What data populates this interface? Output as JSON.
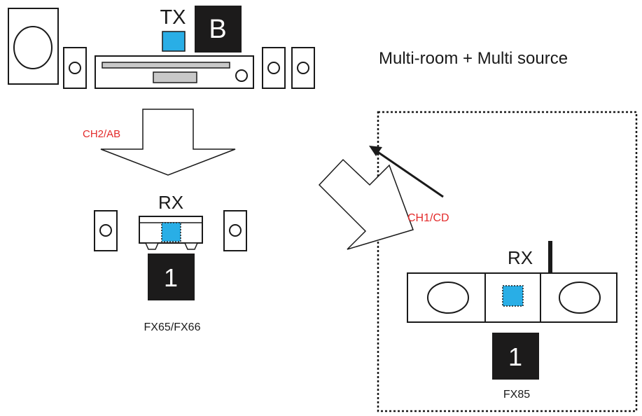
{
  "title": "Multi-room + Multi source",
  "transmitter": {
    "label": "TX",
    "badge": "B"
  },
  "links": {
    "left_channel": "CH2/AB",
    "right_channel": "CH1/CD"
  },
  "receiver_left": {
    "label": "RX",
    "badge": "1",
    "model": "FX65/FX66"
  },
  "receiver_right": {
    "label": "RX",
    "badge": "1",
    "model": "FX85"
  },
  "colors": {
    "outline": "#1a1a1a",
    "module": "#29aee6",
    "badge": "#1c1b1b",
    "channel_text": "#e32b2b",
    "amp_display": "#c8c8c8"
  }
}
